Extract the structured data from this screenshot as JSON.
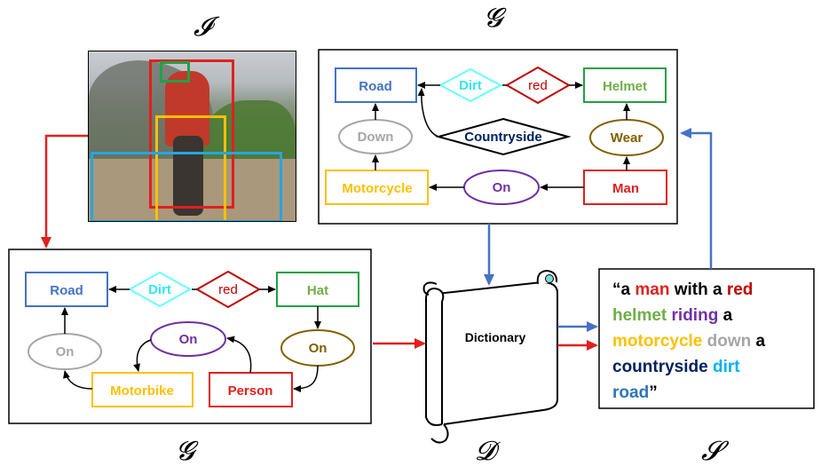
{
  "symbols": {
    "image": "𝓘",
    "graph_top": "𝓖",
    "graph_bottom": "𝓖",
    "dictionary": "𝓓",
    "sentence": "𝓢"
  },
  "top_graph": {
    "road": "Road",
    "dirt": "Dirt",
    "red": "red",
    "helmet": "Helmet",
    "down": "Down",
    "countryside": "Countryside",
    "wear": "Wear",
    "motorcycle": "Motorcycle",
    "on": "On",
    "man": "Man"
  },
  "bottom_graph": {
    "road": "Road",
    "dirt": "Dirt",
    "red": "red",
    "hat": "Hat",
    "on_left": "On",
    "on_mid": "On",
    "on_right": "On",
    "motorbike": "Motorbike",
    "person": "Person"
  },
  "dictionary_label": "Dictionary",
  "sentence_words": [
    {
      "text": "“a ",
      "color": "#000000"
    },
    {
      "text": "man ",
      "color": "#e0201e"
    },
    {
      "text": "with a ",
      "color": "#000000"
    },
    {
      "text": "red",
      "color": "#c00000"
    },
    {
      "text": "helmet ",
      "color": "#70ad47"
    },
    {
      "text": "riding ",
      "color": "#7030a0"
    },
    {
      "text": "a",
      "color": "#000000"
    },
    {
      "text": "motorcycle ",
      "color": "#ffc000"
    },
    {
      "text": "down ",
      "color": "#a6a6a6"
    },
    {
      "text": "a",
      "color": "#000000"
    },
    {
      "text": "countryside ",
      "color": "#002060"
    },
    {
      "text": "dirt",
      "color": "#00b0f0"
    },
    {
      "text": "road",
      "color": "#2e75b6"
    },
    {
      "text": "”",
      "color": "#000000"
    }
  ],
  "colors": {
    "road": "#4472c4",
    "dirt": "#66ffff",
    "red": "#c00000",
    "helmet": "#70ad47",
    "down": "#a6a6a6",
    "countryside": "#002060",
    "wear": "#7f6000",
    "motorcycle": "#ffc000",
    "on": "#7030a0",
    "man": "#e0201e",
    "arrow_red": "#e0201e",
    "arrow_blue": "#4472c4"
  }
}
